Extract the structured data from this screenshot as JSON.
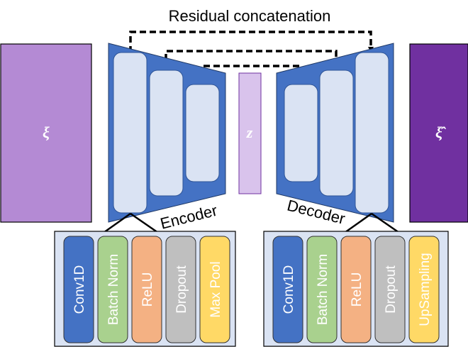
{
  "title": "Residual concatenation",
  "input_label": "ξ",
  "latent_label": "z",
  "output_label": "ξ̂",
  "encoder_label": "Encoder",
  "decoder_label": "Decoder",
  "encoder_layers": [
    {
      "label": "Conv1D",
      "color": "#4472c4"
    },
    {
      "label": "Batch Norm",
      "color": "#a9d18e"
    },
    {
      "label": "ReLU",
      "color": "#f4b183"
    },
    {
      "label": "Dropout",
      "color": "#bfbfbf"
    },
    {
      "label": "Max Pool",
      "color": "#ffd966"
    }
  ],
  "decoder_layers": [
    {
      "label": "Conv1D",
      "color": "#4472c4"
    },
    {
      "label": "Batch Norm",
      "color": "#a9d18e"
    },
    {
      "label": "ReLU",
      "color": "#f4b183"
    },
    {
      "label": "Dropout",
      "color": "#bfbfbf"
    },
    {
      "label": "UpSampling",
      "color": "#ffd966"
    }
  ],
  "colors": {
    "input_fill": "#b48ad4",
    "output_fill": "#7030a0",
    "latent_fill": "#d9c3ec",
    "trapezoid_fill": "#4472c4",
    "block_fill": "#dae3f3",
    "panel_fill": "#dae3f3"
  }
}
